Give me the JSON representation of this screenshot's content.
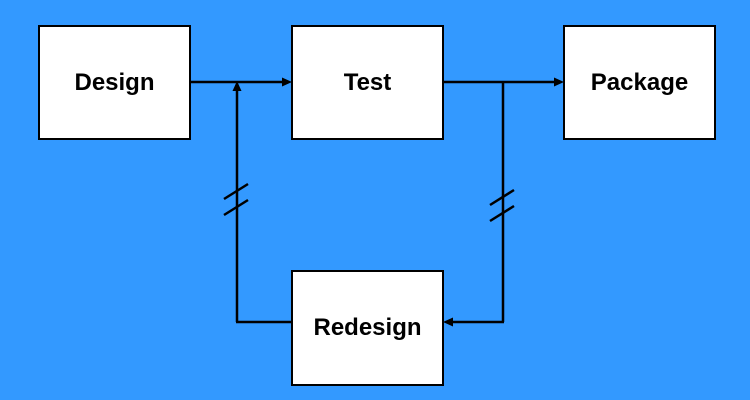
{
  "colors": {
    "background": "#3399ff",
    "node_fill": "#ffffff",
    "stroke": "#000000"
  },
  "nodes": {
    "design": "Design",
    "test": "Test",
    "package": "Package",
    "redesign": "Redesign"
  }
}
